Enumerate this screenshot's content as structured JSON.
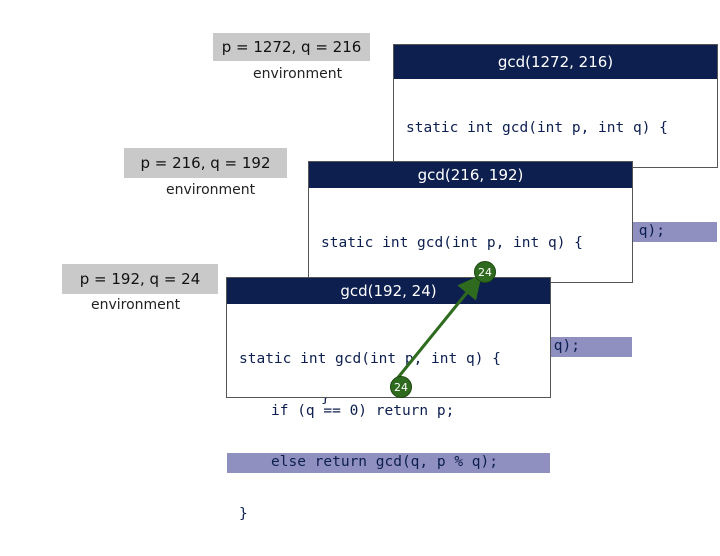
{
  "environments": [
    {
      "label": "p = 1272, q = 216",
      "caption": "environment"
    },
    {
      "label": "p = 216, q = 192",
      "caption": "environment"
    },
    {
      "label": "p = 192, q = 24",
      "caption": "environment"
    }
  ],
  "frames": [
    {
      "title": "gcd(1272, 216)"
    },
    {
      "title": "gcd(216, 192)"
    },
    {
      "title": "gcd(192, 24)"
    }
  ],
  "code": {
    "line1_a": "static int gcd(int p, int q) {",
    "line2_a": "if (q == 0) return p;",
    "line3_a": "else return gcd(q, p % q);",
    "line4_a": "}"
  },
  "returns": [
    {
      "value": "24"
    },
    {
      "value": "24"
    }
  ],
  "colors": {
    "frame_title_bg": "#0d1f4f",
    "highlight": "#8f8fc0",
    "return_badge": "#2f6b1e",
    "arrow": "#2f6b1e"
  }
}
